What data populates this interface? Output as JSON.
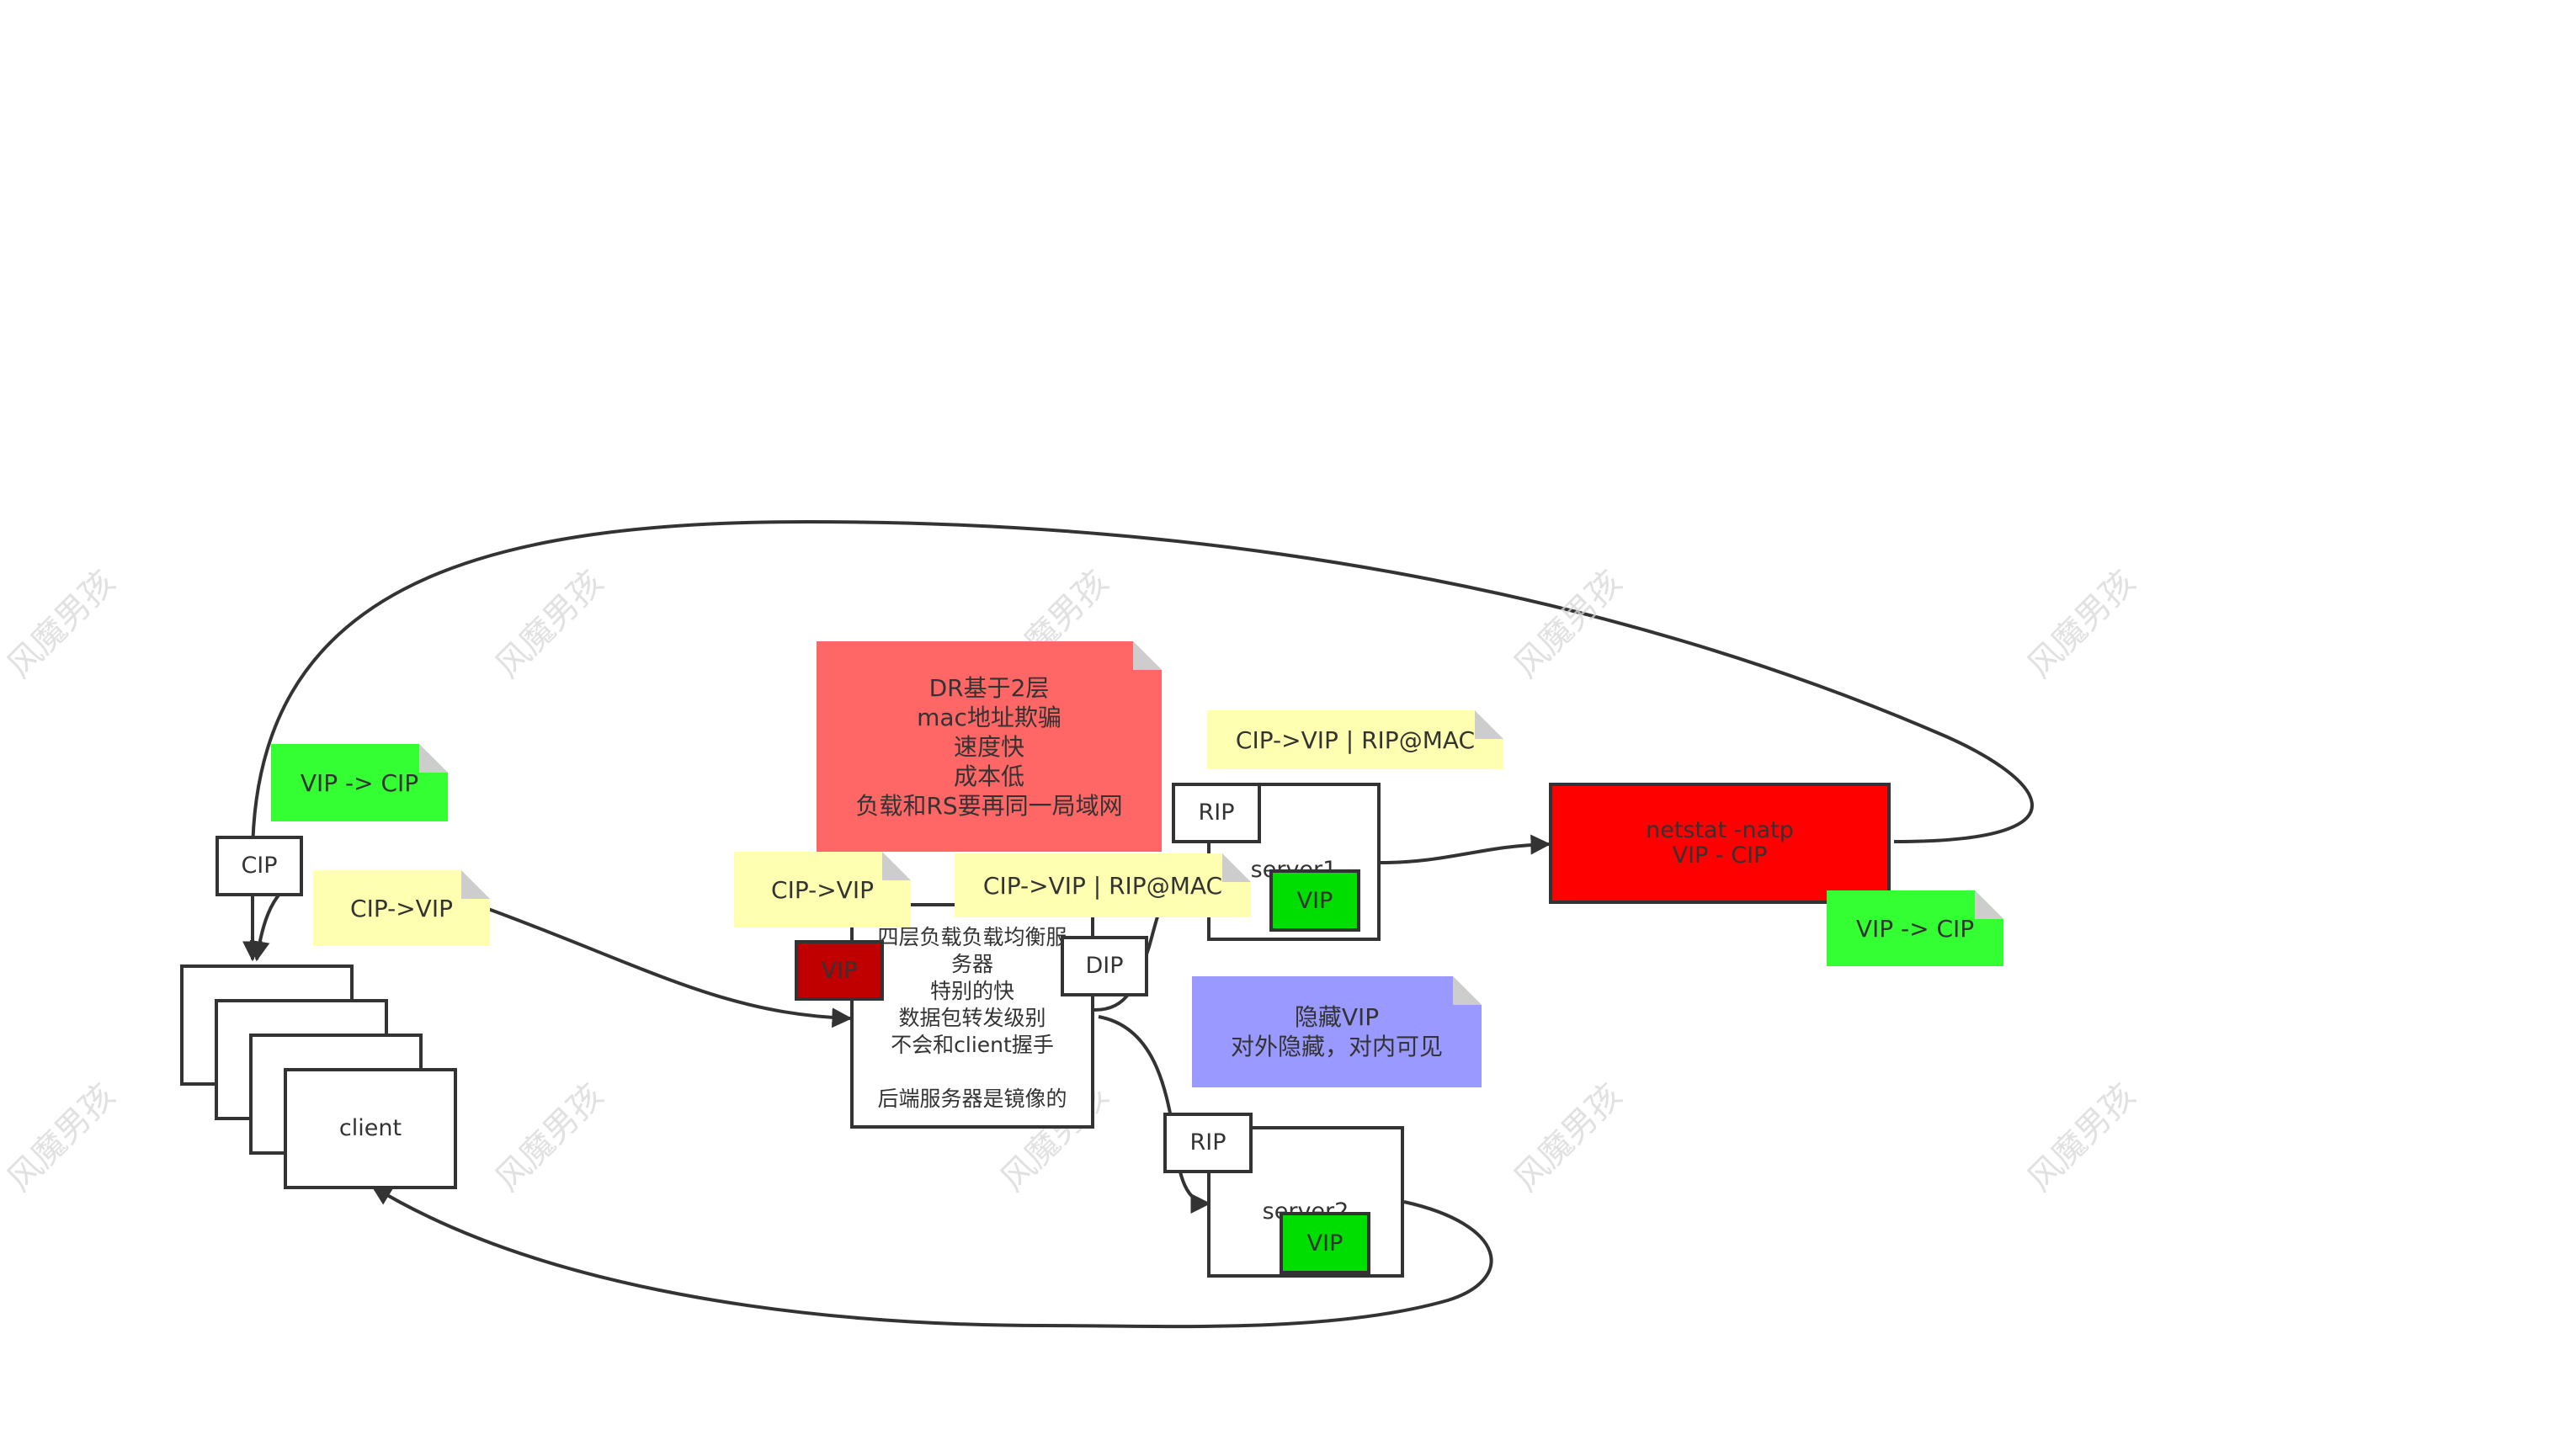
{
  "colors": {
    "line": "#333333",
    "note_yellow": "#ffffb2",
    "note_green": "#33ff33",
    "note_red": "#ff6666",
    "note_purple": "#9999ff",
    "netstat_red": "#ff0000",
    "vip_green": "#00dd00",
    "vip_darkred": "#c00000"
  },
  "client": {
    "label": "client"
  },
  "cip": {
    "label": "CIP"
  },
  "lb": {
    "label": "四层负载负载均衡服\n务器\n特别的快\n数据包转发级别\n不会和client握手\n\n后端服务器是镜像的",
    "vip_label": "VIP",
    "dip_label": "DIP"
  },
  "server1": {
    "label": "server1",
    "rip_label": "RIP",
    "vip_label": "VIP"
  },
  "server2": {
    "label": "server2",
    "rip_label": "RIP",
    "vip_label": "VIP"
  },
  "netstat": {
    "label": "netstat -natp\nVIP - CIP"
  },
  "notes": {
    "dr": "DR基于2层\nmac地址欺骗\n速度快\n成本低\n负载和RS要再同一局域网",
    "cip_vip_client": "CIP->VIP",
    "cip_vip_lb": "CIP->VIP",
    "cip_vip_rip_lb": "CIP->VIP  |  RIP@MAC",
    "cip_vip_rip_server": "CIP->VIP  |  RIP@MAC",
    "vip_cip_top": "VIP -> CIP",
    "vip_cip_right": "VIP -> CIP",
    "hidden_vip": "隐藏VIP\n对外隐藏，对内可见"
  },
  "watermark": "风魔男孩"
}
